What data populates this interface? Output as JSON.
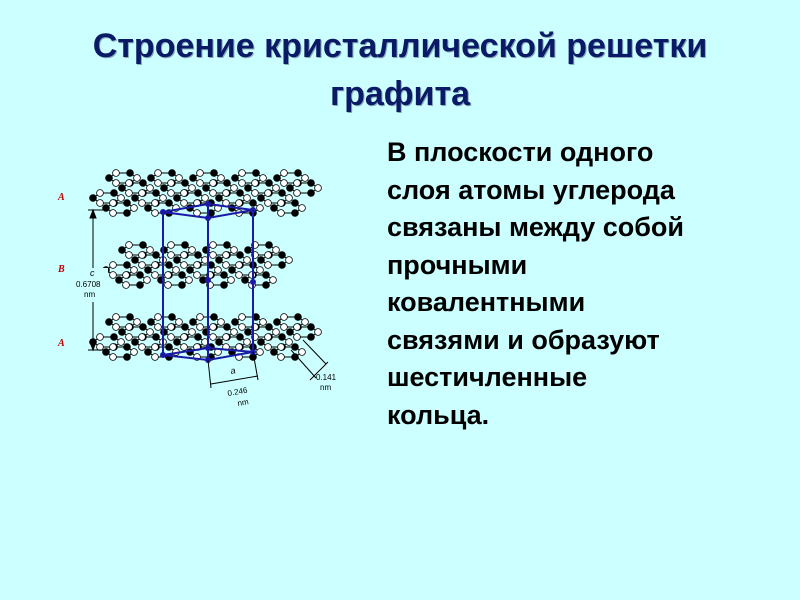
{
  "slide": {
    "title_lines": [
      "Строение кристаллической решетки",
      "графита"
    ],
    "body_lines": [
      "В плоскости одного",
      "слоя атомы углерода",
      "связаны между собой",
      "прочными",
      "ковалентными",
      "связями и образуют",
      "шестичленные",
      "кольца."
    ]
  },
  "figure": {
    "layer_labels": [
      "A",
      "B",
      "A"
    ],
    "c_label": "c",
    "c_value": "0.6708",
    "c_unit": "nm",
    "a_label": "a",
    "a_value": "0.246",
    "a_unit": "nm",
    "bond_value": "0.141",
    "bond_unit": "nm",
    "colors": {
      "cell_edge": "#1a1aa6",
      "atom_filled": "#000000",
      "atom_open": "#ffffff",
      "bond": "#000000",
      "layer_label": "#c00000"
    }
  }
}
